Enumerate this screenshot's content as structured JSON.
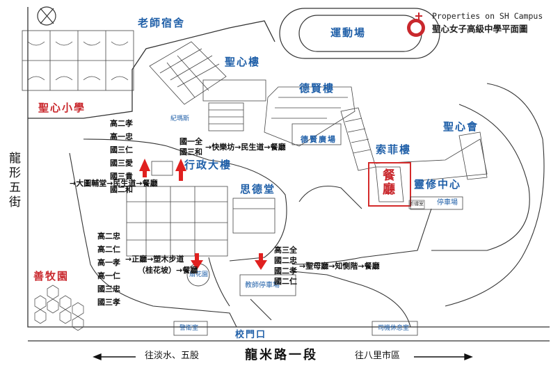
{
  "header": {
    "title_en": "Properties on SH Campus",
    "title_zh": "聖心女子高級中學平面圖",
    "logo_icon": "sacred-heart-logo-icon",
    "compass_icon": "compass-icon"
  },
  "buildings": {
    "teachers_dorm": "老師宿舍",
    "stadium": "運動場",
    "shengxin_building": "聖心樓",
    "dexian_building": "德賢樓",
    "dexian_square": "德賢廣場",
    "sacred_heart_primary": "聖心小學",
    "suofei_building": "索菲樓",
    "sacred_heart_hall": "聖心會",
    "admin_building": "行政大樓",
    "side_building_small": "紀瑪斯",
    "ende_hall": "思德堂",
    "canteen": "餐廳",
    "spiritual_center": "靈修中心",
    "prayer_room": "祈禱室",
    "parking_lot": "停車場",
    "shanmu_garden": "善牧園",
    "fan_garden": "扇花園",
    "teacher_parking": "教師停車場",
    "clinic": "警衛室",
    "school_gate": "校門口",
    "driver_lounge": "司機休息室"
  },
  "streets": {
    "longxing": "龍形五街",
    "longmi": "龍米路一段",
    "to_tamsui": "往淡水、五股",
    "to_bali": "往八里市區"
  },
  "routes": {
    "group_left": {
      "classes": [
        "高二孝",
        "高一忠",
        "國三仁",
        "國三愛",
        "國三貴",
        "國二和"
      ],
      "path": "→大圖輔堂→民生道→餐廳"
    },
    "group_top": {
      "classes": [
        "國一全",
        "國三和"
      ],
      "path": "→快樂坊→民生道→餐廳"
    },
    "group_bottom_left": {
      "classes": [
        "高二忠",
        "高二仁",
        "高一孝",
        "高一仁",
        "國三忠",
        "國三孝"
      ],
      "path": "→正廳→塑木步道",
      "path2": "（桂花坡）→餐廳"
    },
    "group_bottom_right": {
      "classes": [
        "高三全",
        "國二忠",
        "國二孝",
        "國二仁"
      ],
      "path": "→聖母廳→知惻階→餐廳"
    }
  },
  "colors": {
    "label_blue": "#1f5fa8",
    "label_red": "#c9282d",
    "arrow_red": "#e0201f",
    "line": "#333333"
  }
}
